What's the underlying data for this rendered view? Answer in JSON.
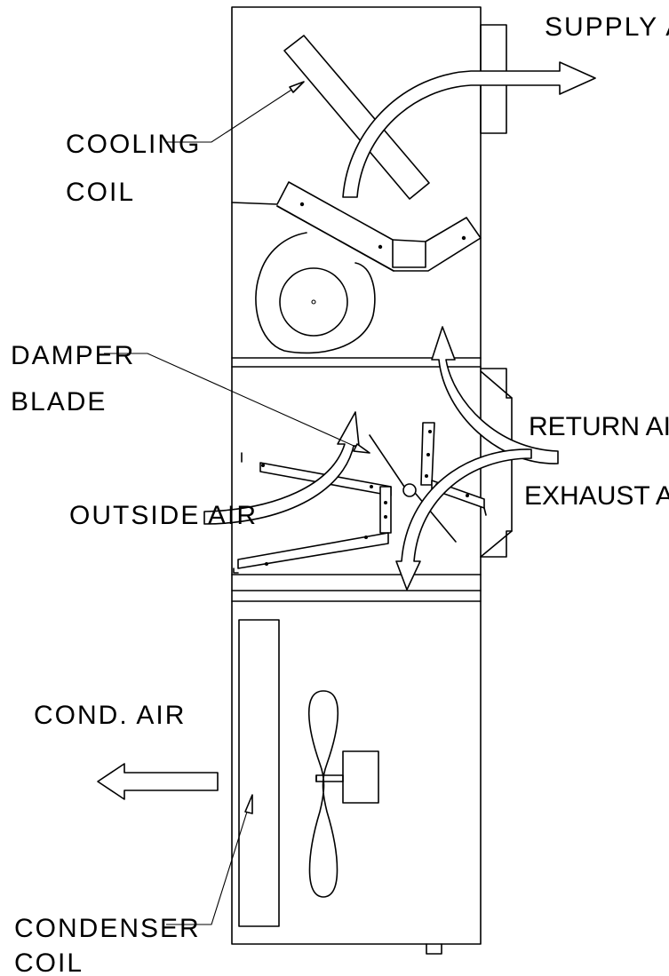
{
  "labels": {
    "supply_air": "SUPPLY AIR",
    "cooling_coil_1": "COOLING",
    "cooling_coil_2": "COIL",
    "damper_blade_1": "DAMPER",
    "damper_blade_2": "BLADE",
    "return_air": "RETURN AIR",
    "exhaust_air": "EXHAUST AIR",
    "outside_air": "OUTSIDE AIR",
    "cond_air": "COND. AIR",
    "condenser_coil_1": "CONDENSER",
    "condenser_coil_2": "COIL"
  }
}
